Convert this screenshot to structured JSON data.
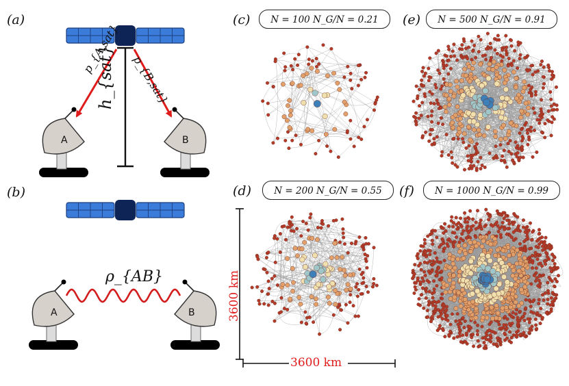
{
  "panel_labels": {
    "a": "(a)",
    "b": "(b)",
    "c": "(c)",
    "d": "(d)",
    "e": "(e)",
    "f": "(f)"
  },
  "panel_a": {
    "p_a": "p_{A,sat}",
    "p_b": "p_{B,sat}",
    "h": "h_{sat}",
    "ground_a": "A",
    "ground_b": "B"
  },
  "panel_b": {
    "rho": "ρ_{AB}",
    "ground_a": "A",
    "ground_b": "B"
  },
  "networks": {
    "c": {
      "label": "N = 100  N_G/N = 0.21",
      "N": 100,
      "ratio": 0.21
    },
    "d": {
      "label": "N = 200  N_G/N = 0.55",
      "N": 200,
      "ratio": 0.55
    },
    "e": {
      "label": "N = 500  N_G/N = 0.91",
      "N": 500,
      "ratio": 0.91
    },
    "f": {
      "label": "N = 1000  N_G/N = 0.99",
      "N": 1000,
      "ratio": 0.99
    }
  },
  "dimensions": {
    "vertical": "3600 km",
    "horizontal": "3600 km"
  },
  "colors": {
    "arrow": "#e01b1b",
    "wave": "#d41c1c",
    "panel": "#3b7bd9",
    "sat_body": "#0e2457",
    "node_outer": "#b53a28",
    "edge": "#9a9a9a"
  }
}
